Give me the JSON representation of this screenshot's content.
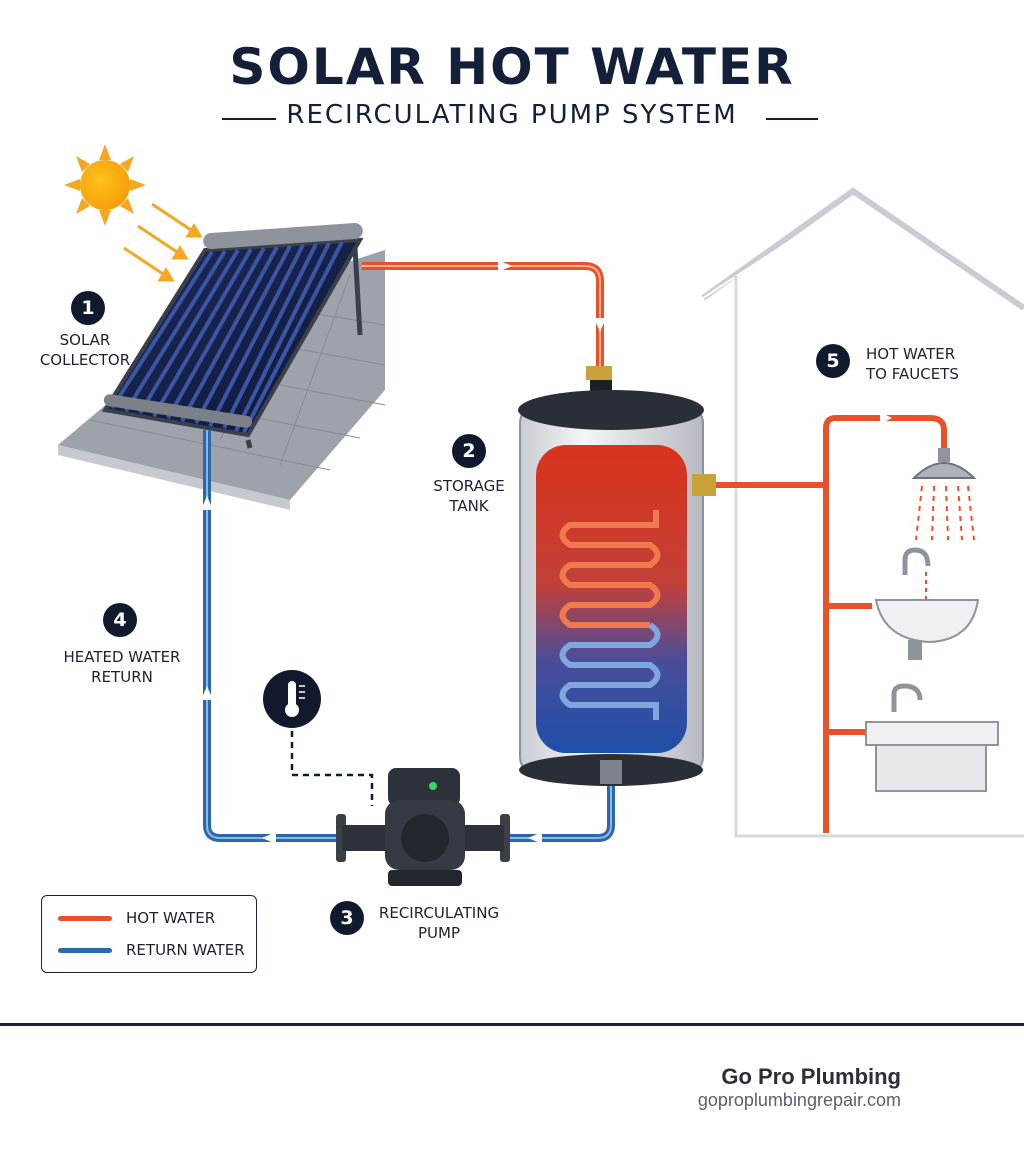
{
  "header": {
    "title": "SOLAR HOT WATER",
    "subtitle": "RECIRCULATING PUMP SYSTEM"
  },
  "components": [
    {
      "number": "1",
      "line1": "SOLAR",
      "line2": "COLLECTOR"
    },
    {
      "number": "2",
      "line1": "STORAGE",
      "line2": "TANK"
    },
    {
      "number": "3",
      "line1": "RECIRCULATING",
      "line2": "PUMP"
    },
    {
      "number": "4",
      "line1": "HEATED WATER",
      "line2": "RETURN"
    },
    {
      "number": "5",
      "line1": "HOT WATER",
      "line2": "TO FAUCETS"
    }
  ],
  "legend": {
    "hot_label": "HOT WATER",
    "return_label": "RETURN WATER"
  },
  "footer": {
    "brand": "Go Pro Plumbing",
    "url": "goproplumbingrepair.com"
  },
  "colors": {
    "hot": "#e8512a",
    "return": "#2b67ad",
    "dark": "#142039"
  },
  "icons": [
    "sun-icon",
    "thermometer-icon",
    "shower-head-icon",
    "sink-faucet-icon",
    "utility-sink-icon"
  ]
}
